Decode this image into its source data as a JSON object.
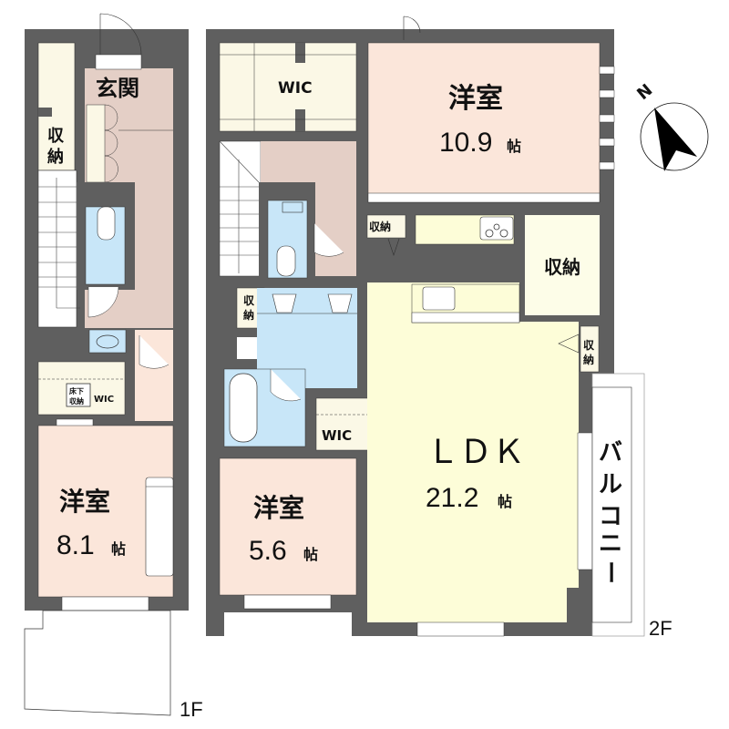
{
  "floors": {
    "first": {
      "label": "1F",
      "rooms": {
        "entrance": {
          "name": "玄関"
        },
        "storage": {
          "name_top": "収",
          "name_bottom": "納"
        },
        "wic": {
          "name": "WIC",
          "underfloor_top": "床下",
          "underfloor_bottom": "収納"
        },
        "western_room": {
          "name": "洋室",
          "size": "8.1",
          "unit": "帖"
        }
      }
    },
    "second": {
      "label": "2F",
      "rooms": {
        "wic_top": {
          "name": "WIC"
        },
        "western_room_large": {
          "name": "洋室",
          "size": "10.9",
          "unit": "帖"
        },
        "storage_small_kitchen": {
          "name": "収納"
        },
        "storage_kitchen": {
          "name": "収納"
        },
        "storage_wash_top": "収",
        "storage_wash_bottom": "納",
        "storage_ldk_top": "収",
        "storage_ldk_bottom": "納",
        "wic_mid": {
          "name": "WIC"
        },
        "western_room_small": {
          "name": "洋室",
          "size": "5.6",
          "unit": "帖"
        },
        "ldk": {
          "name": "ＬＤＫ",
          "size": "21.2",
          "unit": "帖"
        },
        "balcony": {
          "chars": [
            "バ",
            "ル",
            "コ",
            "ニ",
            "ー"
          ]
        }
      }
    }
  },
  "compass": {
    "label": "N"
  },
  "colors": {
    "wall": "#5f5f5f",
    "western": "#fbe6da",
    "hall": "#e4cfc6",
    "wet": "#c8e6f8",
    "storage": "#fbf8e6",
    "ldk": "#fdfdd8"
  }
}
